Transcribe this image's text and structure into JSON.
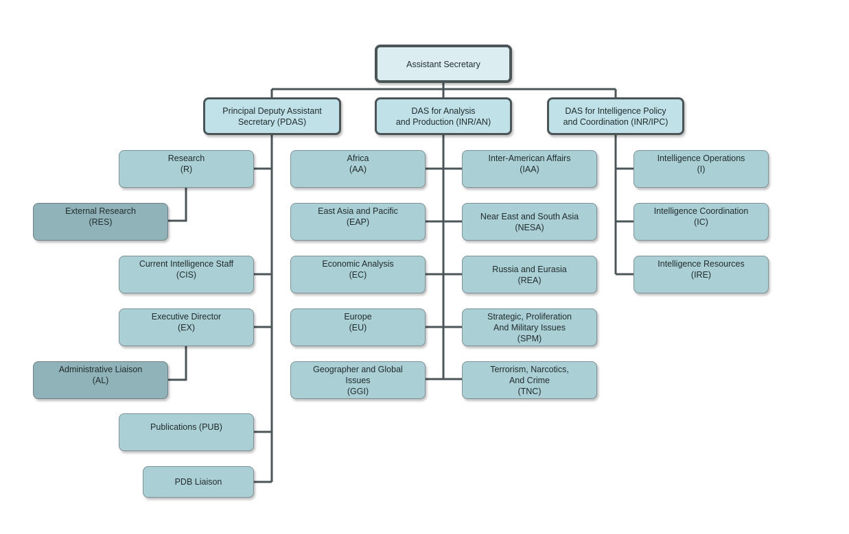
{
  "colors": {
    "top_fill": "#dcedf2",
    "level2_fill": "#bfe1e7",
    "unit_fill": "#aacfd5",
    "sub_unit_fill": "#8fb3b8",
    "connector": "#4b5558"
  },
  "nodes": {
    "assistant_secretary": "Assistant Secretary",
    "pdas": "Principal Deputy Assistant\nSecretary (PDAS)",
    "das_an": "DAS for Analysis\nand Production (INR/AN)",
    "das_ipc": "DAS for Intelligence Policy\nand Coordination (INR/IPC)",
    "research": "Research\n(R)",
    "external_research": "External Research\n(RES)",
    "cis": "Current Intelligence Staff\n(CIS)",
    "ex": "Executive Director\n(EX)",
    "al": "Administrative Liaison\n(AL)",
    "pub": "Publications (PUB)",
    "pdb": "PDB Liaison",
    "aa": "Africa\n(AA)",
    "eap": "East Asia and Pacific\n(EAP)",
    "ec": "Economic Analysis\n(EC)",
    "eu": "Europe\n(EU)",
    "ggi": "Geographer and Global\nIssues\n(GGI)",
    "iaa": "Inter-American Affairs\n(IAA)",
    "nesa": "Near East and South Asia\n(NESA)",
    "rea": "Russia and Eurasia\n(REA)",
    "spm": "Strategic, Proliferation\nAnd Military Issues\n(SPM)",
    "tnc": "Terrorism, Narcotics,\nAnd Crime\n(TNC)",
    "i": "Intelligence Operations\n(I)",
    "ic": "Intelligence Coordination\n(IC)",
    "ire": "Intelligence Resources\n(IRE)"
  }
}
